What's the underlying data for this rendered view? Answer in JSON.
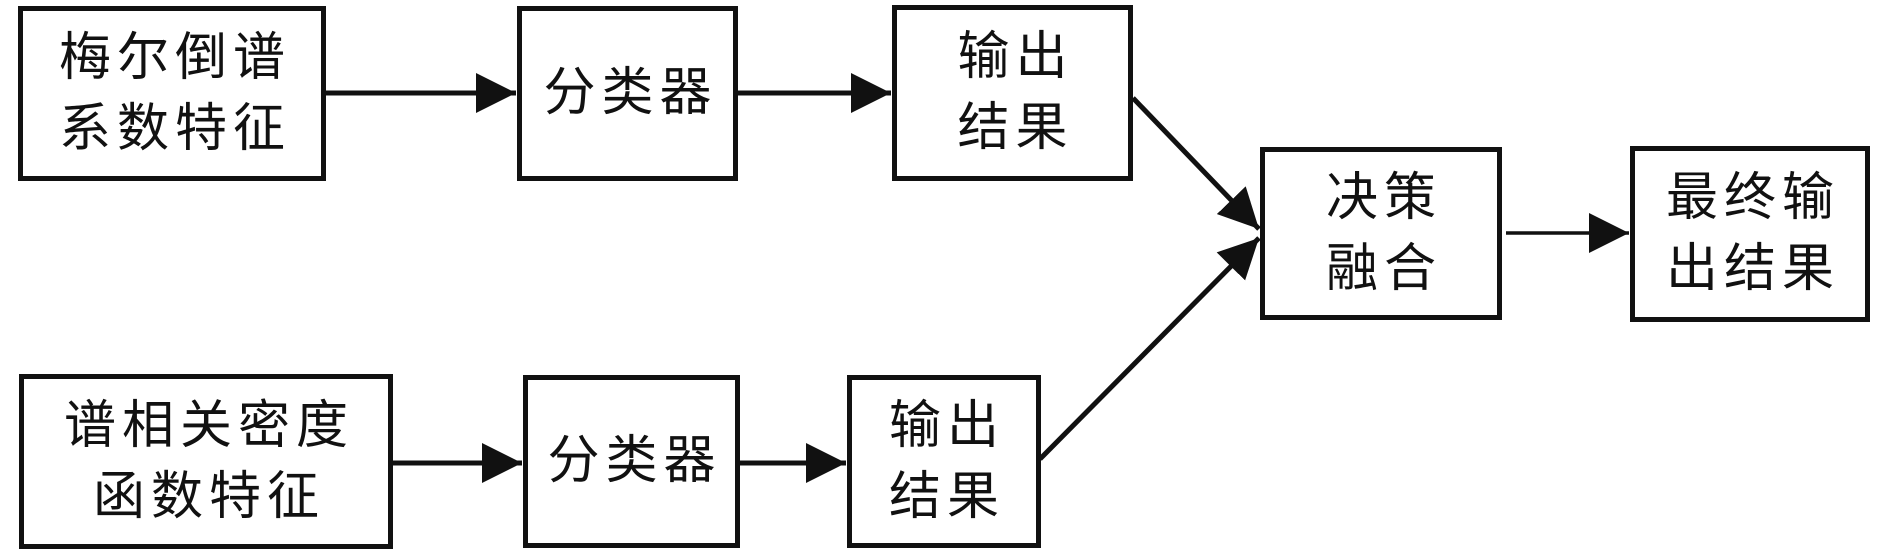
{
  "diagram": {
    "colors": {
      "line": "#111111",
      "background": "#ffffff",
      "text": "#111111"
    },
    "nodes": [
      {
        "id": "mel-features",
        "lines": [
          "梅尔倒谱",
          "系数特征"
        ]
      },
      {
        "id": "classifier-top",
        "lines": [
          "分类器"
        ]
      },
      {
        "id": "output-top",
        "lines": [
          "输出",
          "结果"
        ]
      },
      {
        "id": "scd-features",
        "lines": [
          "谱相关密度",
          "函数特征"
        ]
      },
      {
        "id": "classifier-bottom",
        "lines": [
          "分类器"
        ]
      },
      {
        "id": "output-bottom",
        "lines": [
          "输出",
          "结果"
        ]
      },
      {
        "id": "decision-fusion",
        "lines": [
          "决策",
          "融合"
        ]
      },
      {
        "id": "final-output",
        "lines": [
          "最终输",
          "出结果"
        ]
      }
    ],
    "edges": [
      {
        "from": "mel-features",
        "to": "classifier-top"
      },
      {
        "from": "classifier-top",
        "to": "output-top"
      },
      {
        "from": "output-top",
        "to": "decision-fusion"
      },
      {
        "from": "scd-features",
        "to": "classifier-bottom"
      },
      {
        "from": "classifier-bottom",
        "to": "output-bottom"
      },
      {
        "from": "output-bottom",
        "to": "decision-fusion"
      },
      {
        "from": "decision-fusion",
        "to": "final-output"
      }
    ]
  }
}
